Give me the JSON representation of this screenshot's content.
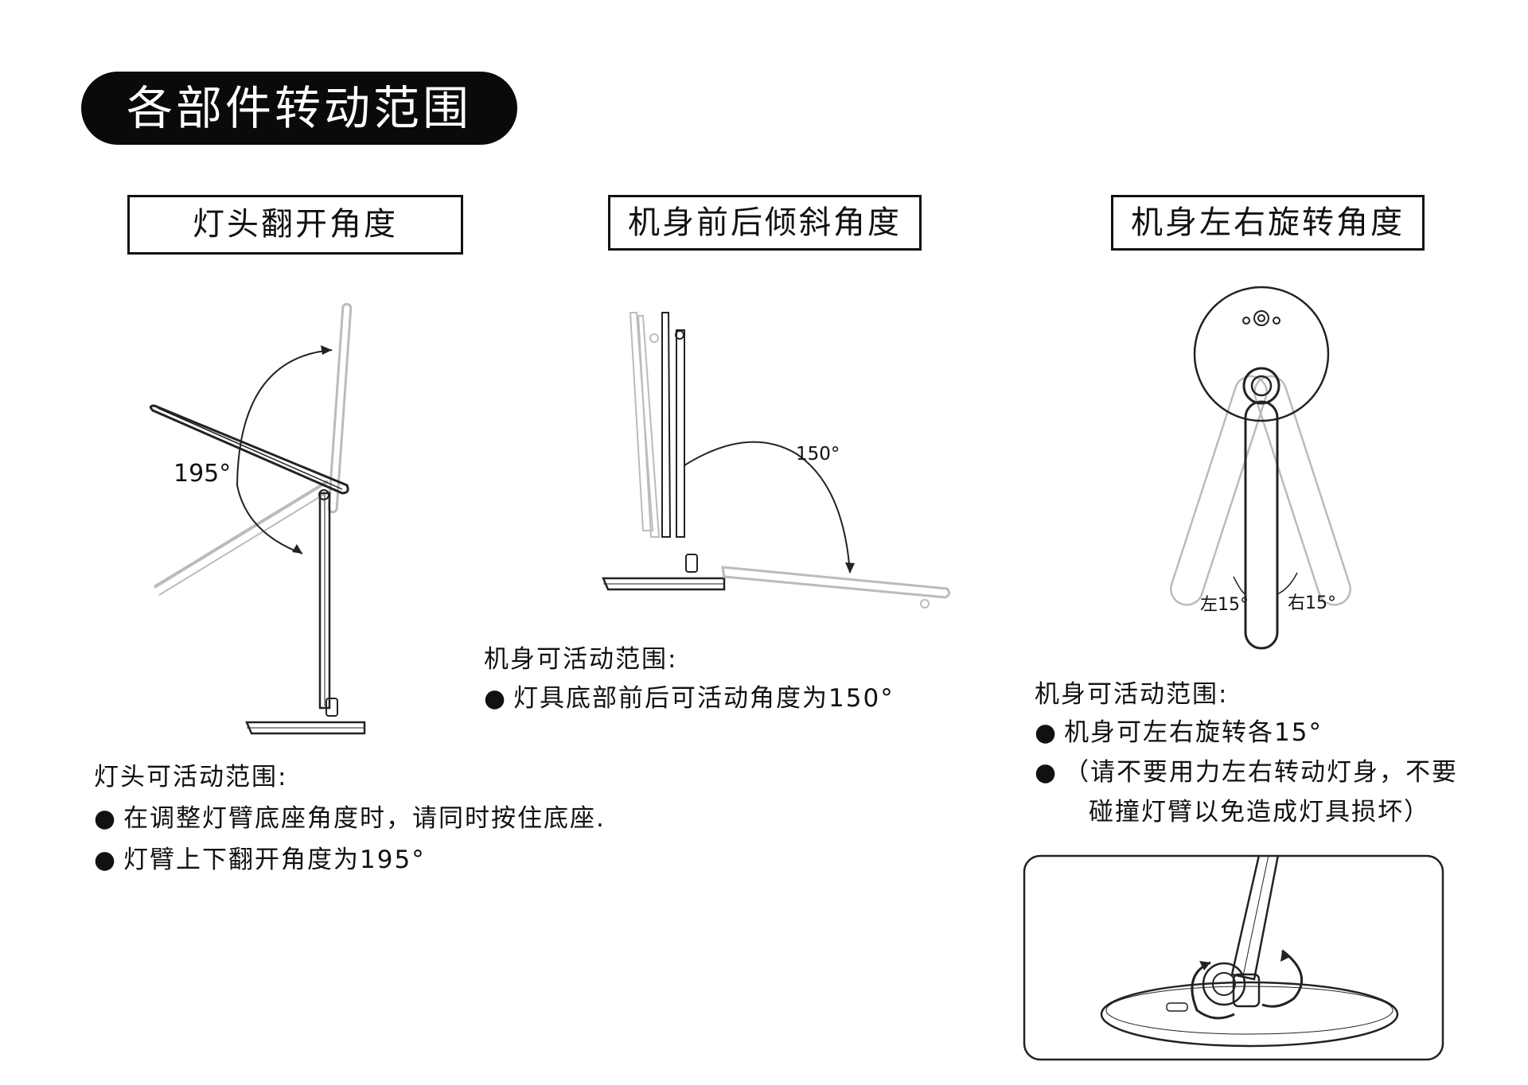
{
  "title": "各部件转动范围",
  "sections": {
    "head": {
      "heading": "灯头翻开角度",
      "angle": "195°",
      "range_label": "灯头可活动范围:",
      "bullets": [
        "在调整灯臂底座角度时，请同时按住底座.",
        "灯臂上下翻开角度为195°"
      ]
    },
    "tilt": {
      "heading": "机身前后倾斜角度",
      "angle": "150°",
      "range_label": "机身可活动范围:",
      "bullets": [
        "灯具底部前后可活动角度为150°"
      ]
    },
    "rotate": {
      "heading": "机身左右旋转角度",
      "left_label": "左15°",
      "right_label": "右15°",
      "range_label": "机身可活动范围:",
      "bullets": [
        "机身可左右旋转各15°",
        "（请不要用力左右转动灯身，不要"
      ],
      "continuation": "碰撞灯臂以免造成灯具损坏）"
    }
  }
}
